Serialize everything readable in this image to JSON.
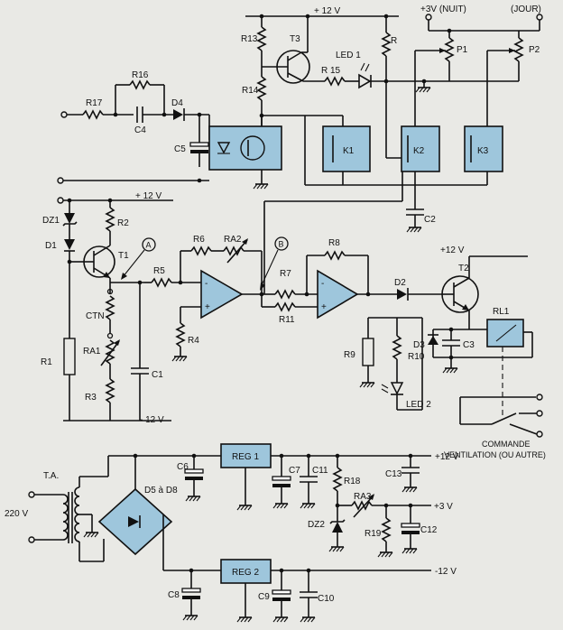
{
  "rails": {
    "top_plus12": "+ 12 V",
    "nuit": "+3V (NUIT)",
    "jour": "(JOUR)",
    "mid_plus12": "+ 12 V",
    "mid_minus12": "- 12 V",
    "t2_plus12": "+12 V",
    "ps_plus12": "+12 V",
    "ps_plus3": "+3 V",
    "ps_minus12": "-12 V"
  },
  "components": {
    "r13": "R13",
    "r14": "R14",
    "t3": "T3",
    "r15": "R 15",
    "led1": "LED 1",
    "r": "R",
    "p1": "P1",
    "p2": "P2",
    "r16": "R16",
    "r17": "R17",
    "c4": "C4",
    "d4": "D4",
    "c5": "C5",
    "k1": "K1",
    "k2": "K2",
    "k3": "K3",
    "c2": "C2",
    "dz1": "DZ1",
    "d1": "D1",
    "r2": "R2",
    "t1": "T1",
    "ctn": "CTN",
    "ra1": "RA1",
    "r1": "R1",
    "r3": "R3",
    "r5": "R5",
    "c1": "C1",
    "r6": "R6",
    "ra2": "RA2",
    "r4": "R4",
    "r7": "R7",
    "r8": "R8",
    "r11": "R11",
    "d2": "D2",
    "t2": "T2",
    "rl1": "RL1",
    "r9": "R9",
    "r10": "R10",
    "d3": "D3",
    "c3": "C3",
    "led2": "LED 2",
    "reg1": "REG 1",
    "reg2": "REG 2",
    "ta": "T.A.",
    "bridge": "D5 à D8",
    "c6": "C6",
    "c7": "C7",
    "c11": "C11",
    "r18": "R18",
    "c13": "C13",
    "ra3": "RA3",
    "dz2": "DZ2",
    "r19": "R19",
    "c12": "C12",
    "c8": "C8",
    "c9": "C9",
    "c10": "C10",
    "mains": "220 V"
  },
  "nodes": {
    "a": "A",
    "b": "B"
  },
  "caption": {
    "line1": "COMMANDE",
    "line2": "VENTILATION (OU AUTRE)"
  },
  "colors": {
    "device_fill": "#9ec6dc",
    "paper": "#e9e9e5",
    "ink": "#111111"
  }
}
